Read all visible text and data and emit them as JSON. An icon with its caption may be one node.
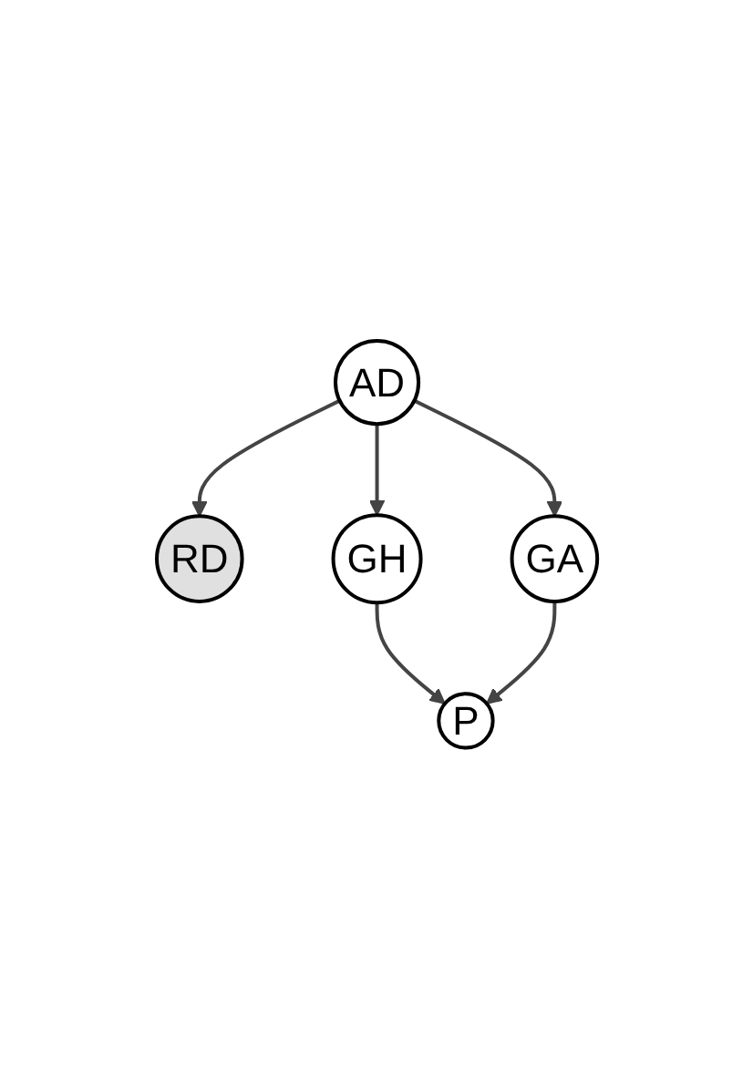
{
  "diagram": {
    "nodes": [
      {
        "text": [
          "RD"
        ]
      },
      {
        "text": [
          "AD"
        ]
      },
      {
        "text": [
          "GH"
        ]
      },
      {
        "text": [
          "GA"
        ]
      },
      {
        "text": [
          "P"
        ]
      }
    ],
    "edges": [
      {
        "from": 1,
        "to": 0,
        "arrow": "to"
      },
      {
        "from": 1,
        "to": 2,
        "arrow": "to"
      },
      {
        "from": 1,
        "to": 3,
        "arrow": "to"
      },
      {
        "from": 2,
        "to": 4,
        "arrow": "to"
      },
      {
        "from": 3,
        "to": 4,
        "arrow": "to"
      }
    ]
  }
}
